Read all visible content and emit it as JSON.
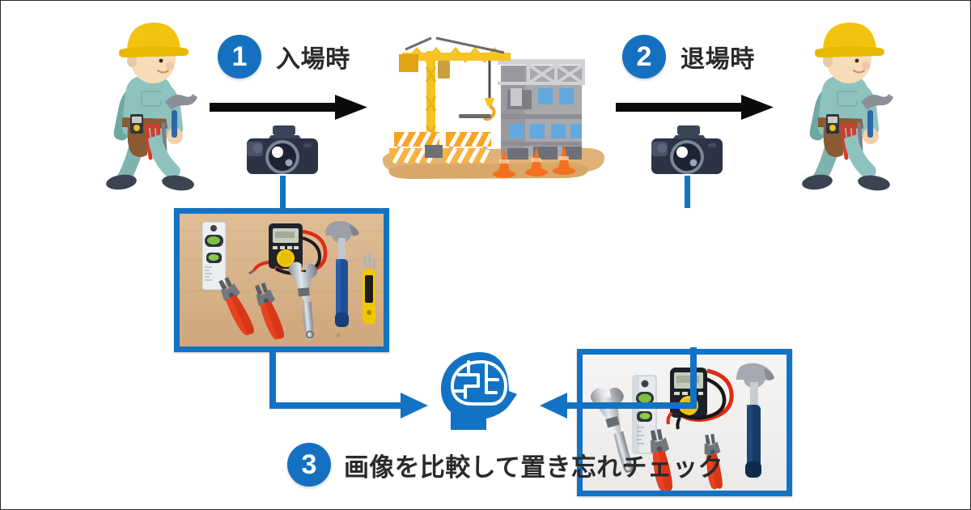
{
  "diagram": {
    "title_semantics": "construction-tool-left-behind-check-flow",
    "background_color": "#ffffff",
    "accent_blue": "#1273c4",
    "badge_blue": "#1571c0",
    "text_color": "#2a2a2a",
    "arrow_black": "#0b0b0b"
  },
  "steps": [
    {
      "number": "1",
      "label": "入場時",
      "icon": "camera-icon"
    },
    {
      "number": "2",
      "label": "退場時",
      "icon": "camera-icon"
    },
    {
      "number": "3",
      "label": "画像を比較して置き忘れチェック",
      "icon": "ai-brain-head-icon"
    }
  ],
  "scene": {
    "worker_left": {
      "icon": "construction-worker-walking-icon",
      "helmet_color": "#f2c40f",
      "uniform_color": "#82b3b0"
    },
    "worker_right": {
      "icon": "construction-worker-walking-icon",
      "helmet_color": "#f2c40f",
      "uniform_color": "#82b3b0"
    },
    "site": {
      "icon": "construction-site-icon",
      "crane_color": "#f6c324",
      "building_color": "#a8a8ad",
      "window_color": "#63a8de",
      "ground_color": "#e0b277",
      "cone_color": "#f4711f",
      "barrier_color": "#f6a623"
    },
    "camera_left": {
      "icon": "dslr-camera-icon",
      "body_color": "#2b3345"
    },
    "camera_right": {
      "icon": "dslr-camera-icon",
      "body_color": "#2b3345"
    }
  },
  "photos": {
    "entry": {
      "name": "entry-tools-photo",
      "background": "#d8b48c",
      "tool_count": 7,
      "tools": [
        "spirit-level",
        "multimeter",
        "claw-hammer",
        "pliers-red-1",
        "pliers-red-2",
        "adjustable-wrench",
        "utility-knife-yellow"
      ]
    },
    "exit": {
      "name": "exit-tools-photo",
      "background": "#f1f0ee",
      "tool_count": 6,
      "tools": [
        "adjustable-wrench",
        "spirit-level",
        "multimeter",
        "claw-hammer",
        "pliers-red-1",
        "pliers-red-2"
      ],
      "missing_tool": "utility-knife-yellow"
    }
  },
  "connectors": {
    "camera_to_photo_left": "vertical-line",
    "camera_to_photo_right": "vertical-line",
    "photo_to_ai_left": "elbow-arrow-right",
    "photo_to_ai_right": "elbow-arrow-left",
    "worker_to_site": "black-arrow-right",
    "site_to_worker": "black-arrow-right"
  }
}
